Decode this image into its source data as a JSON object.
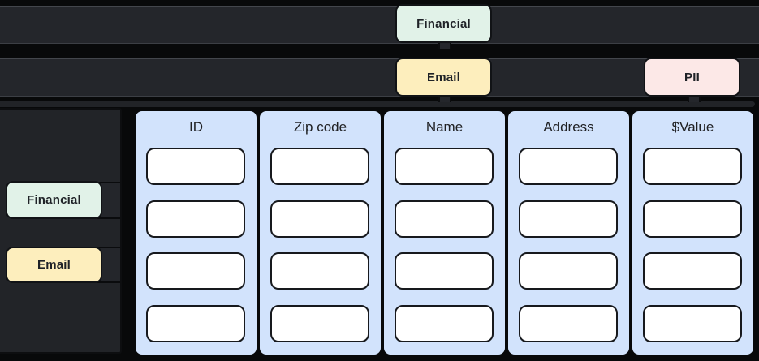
{
  "colors": {
    "background": "#08090a",
    "tag_row_fill": "#24262b",
    "tag_financial": "#e1f2e8",
    "tag_email": "#fdeebd",
    "tag_pii": "#fce8e7",
    "column_panel": "#d2e3fc",
    "cell_fill": "#ffffff",
    "text_dark": "#202124"
  },
  "column_tags": {
    "row1": [
      {
        "label": "Financial",
        "applies_to_column": "Name"
      }
    ],
    "row2": [
      {
        "label": "Email",
        "applies_to_column": "Name"
      },
      {
        "label": "PII",
        "applies_to_column": "$Value"
      }
    ]
  },
  "row_tags": [
    {
      "label": "Financial"
    },
    {
      "label": "Email"
    }
  ],
  "table": {
    "columns": [
      {
        "header": "ID"
      },
      {
        "header": "Zip code"
      },
      {
        "header": "Name"
      },
      {
        "header": "Address"
      },
      {
        "header": "$Value"
      }
    ],
    "rows_per_column": 4,
    "column_lefts": [
      167,
      320,
      473,
      626,
      779
    ],
    "cell_tops": [
      45,
      110,
      174,
      239
    ]
  }
}
